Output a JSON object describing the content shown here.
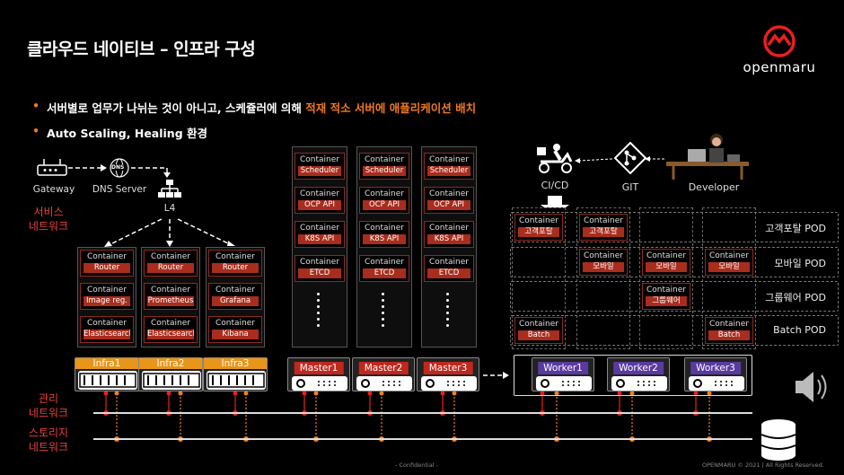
{
  "title": "클라우드 네이티브 – 인프라 구성",
  "logo": {
    "text": "openmaru"
  },
  "bullets": [
    {
      "plain": "서버별로 업무가 나뉘는 것이 아니고, 스케쥴러에 의해 ",
      "highlight": "적재 적소 서버에 애플리케이션 배치"
    },
    {
      "plain": "Auto Scaling, Healing 환경",
      "highlight": ""
    }
  ],
  "network": {
    "gateway": "Gateway",
    "dns": "DNS Server",
    "dns_badge": "DNS",
    "l4": "L4",
    "service_net": [
      "서비스",
      "네트워크"
    ],
    "mgmt_net": [
      "관리",
      "네트워크"
    ],
    "storage_net": [
      "스토리지",
      "네트워크"
    ]
  },
  "infra": {
    "columns": [
      {
        "items": [
          {
            "t": "Container",
            "s": "Router"
          },
          {
            "t": "Container",
            "s": "Image reg."
          },
          {
            "t": "Container",
            "s": "Elasticsearch"
          }
        ],
        "server": "Infra1"
      },
      {
        "items": [
          {
            "t": "Container",
            "s": "Router"
          },
          {
            "t": "Container",
            "s": "Prometheus"
          },
          {
            "t": "Container",
            "s": "Elasticsearch"
          }
        ],
        "server": "Infra2"
      },
      {
        "items": [
          {
            "t": "Container",
            "s": "Router"
          },
          {
            "t": "Container",
            "s": "Grafana"
          },
          {
            "t": "Container",
            "s": "Kibana"
          }
        ],
        "server": "Infra3"
      }
    ]
  },
  "masters": {
    "columns": [
      {
        "items": [
          {
            "t": "Container",
            "s": "Scheduler"
          },
          {
            "t": "Container",
            "s": "OCP API"
          },
          {
            "t": "Container",
            "s": "K8S API"
          },
          {
            "t": "Container",
            "s": "ETCD"
          }
        ],
        "server": "Master1"
      },
      {
        "items": [
          {
            "t": "Container",
            "s": "Scheduler"
          },
          {
            "t": "Container",
            "s": "OCP API"
          },
          {
            "t": "Container",
            "s": "K8S API"
          },
          {
            "t": "Container",
            "s": "ETCD"
          }
        ],
        "server": "Master2"
      },
      {
        "items": [
          {
            "t": "Container",
            "s": "Scheduler"
          },
          {
            "t": "Container",
            "s": "OCP API"
          },
          {
            "t": "Container",
            "s": "K8S API"
          },
          {
            "t": "Container",
            "s": "ETCD"
          }
        ],
        "server": "Master3"
      }
    ]
  },
  "devops": {
    "cicd": "CI/CD",
    "git": "GIT",
    "developer": "Developer"
  },
  "workers": {
    "pods": [
      {
        "label": "고객포탈 POD",
        "cells": [
          {
            "t": "Container",
            "s": "고객포탈"
          },
          {
            "t": "Container",
            "s": "고객포탈"
          }
        ]
      },
      {
        "label": "모바일 POD",
        "cells": [
          {
            "t": "Container",
            "s": "모바일"
          },
          {
            "t": "Container",
            "s": "모바일"
          },
          {
            "t": "Container",
            "s": "모바일"
          }
        ]
      },
      {
        "label": "그룹웨어 POD",
        "cells": [
          {
            "t": "Container",
            "s": "그룹웨어"
          }
        ]
      },
      {
        "label": "Batch POD",
        "cells": [
          {
            "t": "Container",
            "s": "Batch"
          },
          {
            "t": "Container",
            "s": "Batch"
          }
        ]
      }
    ],
    "servers": [
      "Worker1",
      "Worker2",
      "Worker3"
    ]
  },
  "footer": {
    "center": "- Confidential -",
    "right": "OPENMARU © 2021 | All Rights Reserved."
  },
  "colors": {
    "accent": "#f07820",
    "container_red": "#a82d1d",
    "infra_header": "#e8951a",
    "master_header": "#c0281e",
    "worker_header": "#5a3aa0",
    "network_dot": "#e8201e"
  }
}
